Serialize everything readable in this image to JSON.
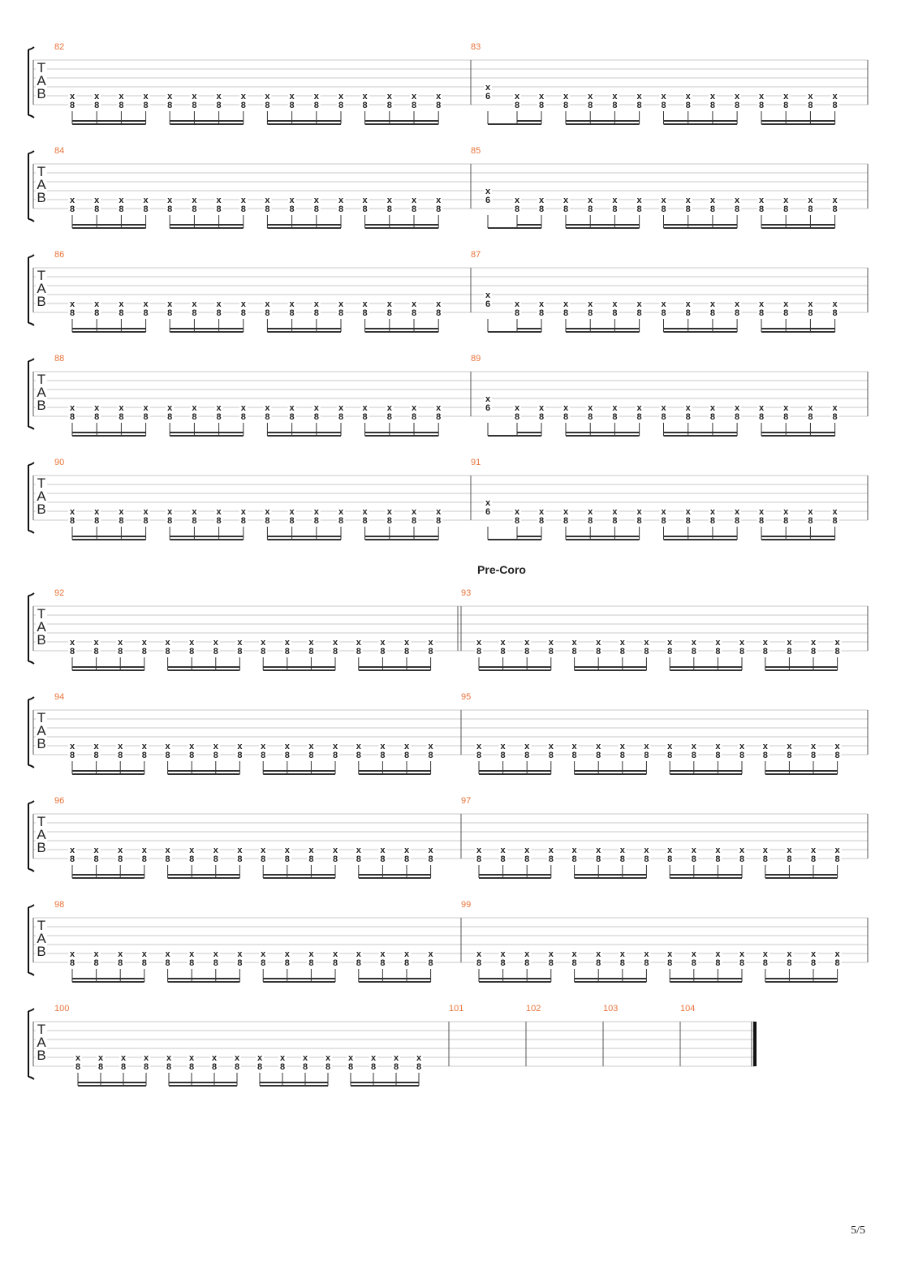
{
  "page": {
    "number": "5/5"
  },
  "colors": {
    "measure_number": "#e8743b",
    "staff_line": "#c8c8c8",
    "ink": "#333333"
  },
  "section_marker": {
    "label": "Pre-Coro",
    "before_measure": "93"
  },
  "tab_clef": [
    "T",
    "A",
    "B"
  ],
  "note_symbols": {
    "dead_note": "x",
    "fret": "8",
    "accent_fret": "6"
  },
  "systems": [
    {
      "measures": [
        {
          "number": "82",
          "pattern": "straight16"
        },
        {
          "number": "83",
          "pattern": "accent16"
        }
      ]
    },
    {
      "measures": [
        {
          "number": "84",
          "pattern": "straight16"
        },
        {
          "number": "85",
          "pattern": "accent16"
        }
      ]
    },
    {
      "measures": [
        {
          "number": "86",
          "pattern": "straight16"
        },
        {
          "number": "87",
          "pattern": "accent16"
        }
      ]
    },
    {
      "measures": [
        {
          "number": "88",
          "pattern": "straight16"
        },
        {
          "number": "89",
          "pattern": "accent16"
        }
      ]
    },
    {
      "measures": [
        {
          "number": "90",
          "pattern": "straight16"
        },
        {
          "number": "91",
          "pattern": "accent16"
        }
      ]
    },
    {
      "measures": [
        {
          "number": "92",
          "pattern": "straight16",
          "barline_after": "double"
        },
        {
          "number": "93",
          "pattern": "straight16"
        }
      ]
    },
    {
      "measures": [
        {
          "number": "94",
          "pattern": "straight16"
        },
        {
          "number": "95",
          "pattern": "straight16"
        }
      ]
    },
    {
      "measures": [
        {
          "number": "96",
          "pattern": "straight16"
        },
        {
          "number": "97",
          "pattern": "straight16"
        }
      ]
    },
    {
      "measures": [
        {
          "number": "98",
          "pattern": "straight16"
        },
        {
          "number": "99",
          "pattern": "straight16"
        }
      ]
    },
    {
      "measures": [
        {
          "number": "100",
          "pattern": "straight16"
        },
        {
          "number": "101",
          "pattern": "rest"
        },
        {
          "number": "102",
          "pattern": "rest"
        },
        {
          "number": "103",
          "pattern": "rest"
        },
        {
          "number": "104",
          "pattern": "rest",
          "barline_after": "final"
        }
      ]
    }
  ]
}
